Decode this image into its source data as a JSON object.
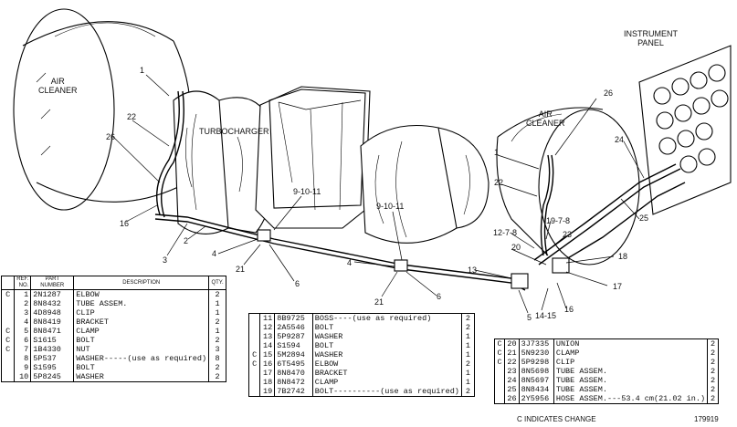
{
  "labels": {
    "air_cleaner_left": "AIR\nCLEANER",
    "turbocharger": "TURBOCHARGER",
    "air_cleaner_right": "AIR\nCLEANER",
    "instrument_panel": "INSTRUMENT\nPANEL"
  },
  "callouts": [
    "1",
    "22",
    "26",
    "16",
    "3",
    "2",
    "4",
    "21",
    "6",
    "9-10-11",
    "9-10-11",
    "4",
    "21",
    "6",
    "13",
    "5",
    "14-15",
    "16",
    "17",
    "18",
    "23",
    "20",
    "19-7-8",
    "12-7-8",
    "22",
    "1",
    "26",
    "24",
    "25"
  ],
  "table1": {
    "headers": {
      "ref": "REF.\nNO.",
      "part": "PART\nNUMBER",
      "desc": "DESCRIPTION",
      "qty": "QTY."
    },
    "rows": [
      {
        "change": "C",
        "ref": "1",
        "part": "2N1287",
        "desc": "ELBOW",
        "qty": "2"
      },
      {
        "change": "",
        "ref": "2",
        "part": "8N8432",
        "desc": "TUBE ASSEM.",
        "qty": "1"
      },
      {
        "change": "",
        "ref": "3",
        "part": "4D8948",
        "desc": "CLIP",
        "qty": "1"
      },
      {
        "change": "",
        "ref": "4",
        "part": "8N8419",
        "desc": "BRACKET",
        "qty": "2"
      },
      {
        "change": "C",
        "ref": "5",
        "part": "8N8471",
        "desc": "CLAMP",
        "qty": "1"
      },
      {
        "change": "C",
        "ref": "6",
        "part": "S1615",
        "desc": "BOLT",
        "qty": "2"
      },
      {
        "change": "C",
        "ref": "7",
        "part": "1B4330",
        "desc": "NUT",
        "qty": "3"
      },
      {
        "change": "",
        "ref": "8",
        "part": "5P537",
        "desc": "WASHER-----(use as required)",
        "qty": "8"
      },
      {
        "change": "",
        "ref": "9",
        "part": "S1595",
        "desc": "BOLT",
        "qty": "2"
      },
      {
        "change": "",
        "ref": "10",
        "part": "5P8245",
        "desc": "WASHER",
        "qty": "2"
      }
    ]
  },
  "table2": {
    "rows": [
      {
        "change": "",
        "ref": "11",
        "part": "8B9725",
        "desc": "BOSS----(use as required)",
        "qty": "2"
      },
      {
        "change": "",
        "ref": "12",
        "part": "2A5546",
        "desc": "BOLT",
        "qty": "2"
      },
      {
        "change": "",
        "ref": "13",
        "part": "5P9287",
        "desc": "WASHER",
        "qty": "1"
      },
      {
        "change": "",
        "ref": "14",
        "part": "S1594",
        "desc": "BOLT",
        "qty": "1"
      },
      {
        "change": "C",
        "ref": "15",
        "part": "5M2894",
        "desc": "WASHER",
        "qty": "1"
      },
      {
        "change": "C",
        "ref": "16",
        "part": "6T5495",
        "desc": "ELBOW",
        "qty": "2"
      },
      {
        "change": "",
        "ref": "17",
        "part": "8N8470",
        "desc": "BRACKET",
        "qty": "1"
      },
      {
        "change": "",
        "ref": "18",
        "part": "8N8472",
        "desc": "CLAMP",
        "qty": "1"
      },
      {
        "change": "",
        "ref": "19",
        "part": "7B2742",
        "desc": "BOLT----------(use as required)",
        "qty": "2"
      }
    ]
  },
  "table3": {
    "rows": [
      {
        "change": "C",
        "ref": "20",
        "part": "3J7335",
        "desc": "UNION",
        "qty": "2"
      },
      {
        "change": "C",
        "ref": "21",
        "part": "5N9230",
        "desc": "CLAMP",
        "qty": "2"
      },
      {
        "change": "C",
        "ref": "22",
        "part": "5P9298",
        "desc": "CLIP",
        "qty": "2"
      },
      {
        "change": "",
        "ref": "23",
        "part": "8N5698",
        "desc": "TUBE ASSEM.",
        "qty": "2"
      },
      {
        "change": "",
        "ref": "24",
        "part": "8N5697",
        "desc": "TUBE ASSEM.",
        "qty": "2"
      },
      {
        "change": "",
        "ref": "25",
        "part": "8N8434",
        "desc": "TUBE ASSEM.",
        "qty": "2"
      },
      {
        "change": "",
        "ref": "26",
        "part": "2Y5956",
        "desc": "HOSE ASSEM.---53.4 cm(21.02 in.)",
        "qty": "2"
      }
    ]
  },
  "footer": {
    "change_note": "C INDICATES CHANGE",
    "figure_number": "179919"
  }
}
